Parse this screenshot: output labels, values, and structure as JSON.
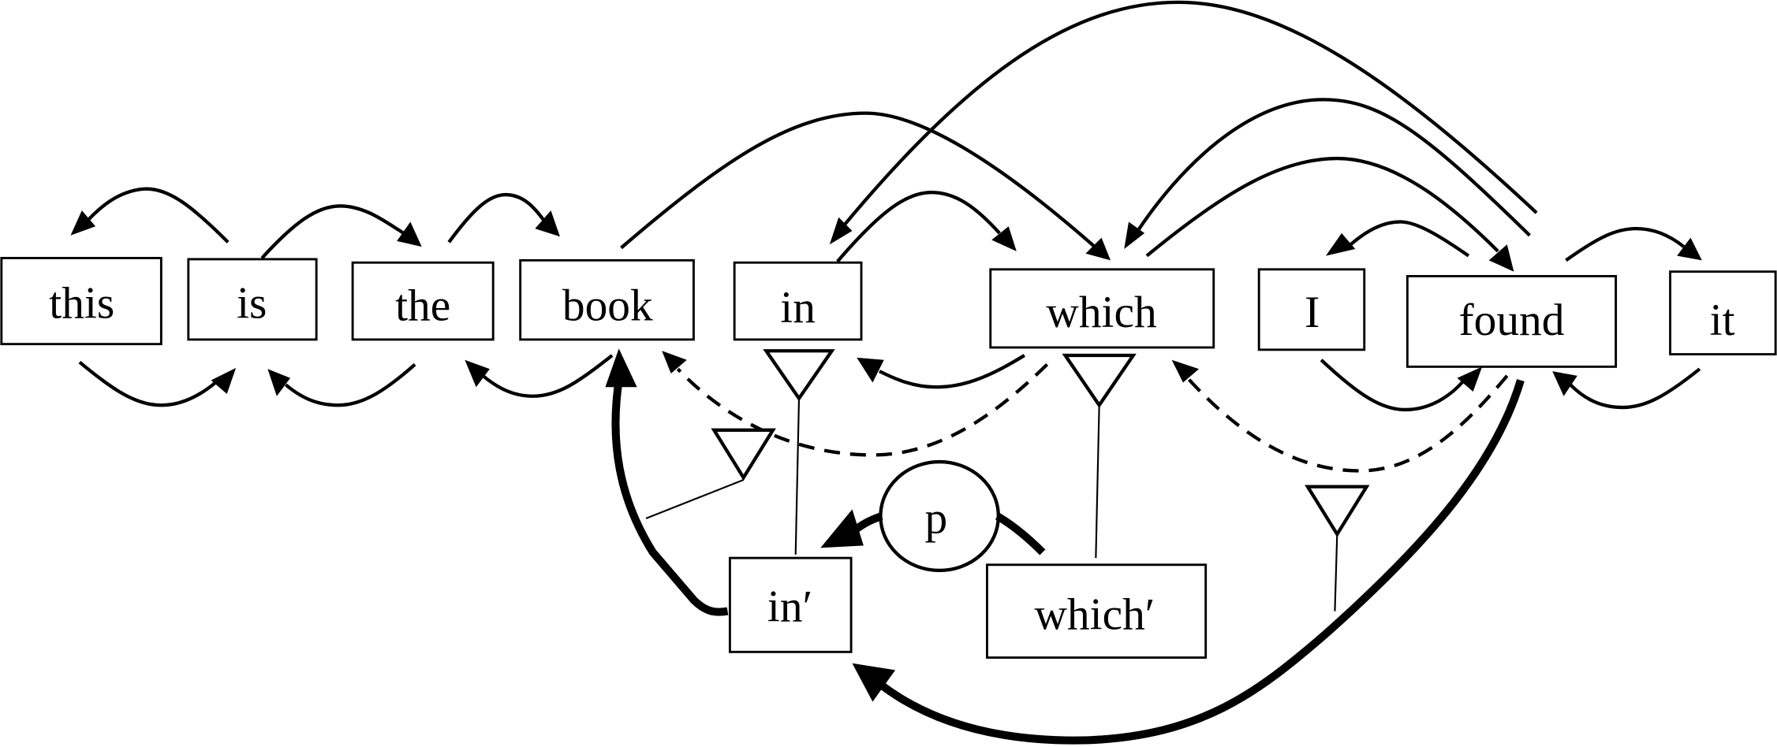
{
  "diagram": {
    "type": "dependency-graph",
    "sentence": [
      "this",
      "is",
      "the",
      "book",
      "in",
      "which",
      "I",
      "found",
      "it"
    ],
    "nodes": [
      {
        "id": "this",
        "label": "this"
      },
      {
        "id": "is",
        "label": "is"
      },
      {
        "id": "the",
        "label": "the"
      },
      {
        "id": "book",
        "label": "book"
      },
      {
        "id": "in",
        "label": "in"
      },
      {
        "id": "which",
        "label": "which"
      },
      {
        "id": "I",
        "label": "I"
      },
      {
        "id": "found",
        "label": "found"
      },
      {
        "id": "it",
        "label": "it"
      },
      {
        "id": "in_prime",
        "label": "in′"
      },
      {
        "id": "which_prime",
        "label": "which′"
      },
      {
        "id": "p",
        "label": "p",
        "shape": "ellipse"
      }
    ],
    "edges": [
      {
        "from": "is",
        "to": "this",
        "style": "solid",
        "side": "above"
      },
      {
        "from": "is",
        "to": "the",
        "style": "solid",
        "side": "above"
      },
      {
        "from": "the",
        "to": "book",
        "style": "solid",
        "side": "above"
      },
      {
        "from": "book",
        "to": "which",
        "style": "solid",
        "side": "above"
      },
      {
        "from": "in",
        "to": "which",
        "style": "solid",
        "side": "above"
      },
      {
        "from": "found",
        "to": "in",
        "style": "solid",
        "side": "above"
      },
      {
        "from": "found",
        "to": "which",
        "style": "solid",
        "side": "above"
      },
      {
        "from": "which",
        "to": "found",
        "style": "solid",
        "side": "above"
      },
      {
        "from": "found",
        "to": "I",
        "style": "solid",
        "side": "above"
      },
      {
        "from": "found",
        "to": "it",
        "style": "solid",
        "side": "above"
      },
      {
        "from": "this",
        "to": "is",
        "style": "solid",
        "side": "below"
      },
      {
        "from": "the",
        "to": "is",
        "style": "solid",
        "side": "below"
      },
      {
        "from": "book",
        "to": "the",
        "style": "solid",
        "side": "below"
      },
      {
        "from": "which",
        "to": "in",
        "style": "solid",
        "side": "below"
      },
      {
        "from": "I",
        "to": "found",
        "style": "solid",
        "side": "below"
      },
      {
        "from": "it",
        "to": "found",
        "style": "solid",
        "side": "below"
      },
      {
        "from": "which",
        "to": "book",
        "style": "dashed",
        "side": "below"
      },
      {
        "from": "found",
        "to": "which",
        "style": "dashed",
        "side": "below"
      },
      {
        "from": "in_prime",
        "to": "book",
        "style": "thick"
      },
      {
        "from": "found",
        "to": "in_prime",
        "style": "thick"
      },
      {
        "from": "which_prime",
        "to": "in_prime",
        "style": "thick",
        "via": "p"
      }
    ]
  }
}
